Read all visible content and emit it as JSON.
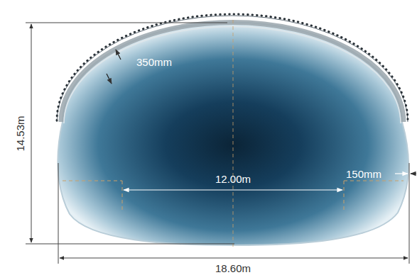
{
  "diagram": {
    "labels": [
      "14.53m",
      "350mm",
      "150mm",
      "12.00m",
      "18.60m"
    ]
  }
}
